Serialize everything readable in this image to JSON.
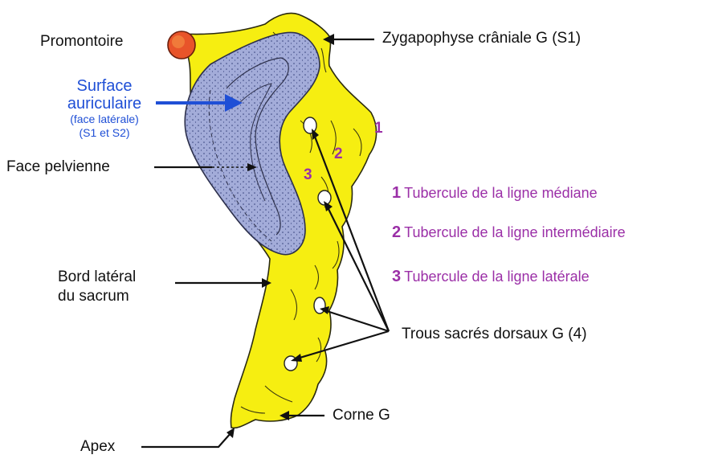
{
  "labels": {
    "promontoire": "Promontoire",
    "zygapophyse": "Zygapophyse crâniale G (S1)",
    "face_pelvienne": "Face pelvienne",
    "bord_lateral_1": "Bord latéral",
    "bord_lateral_2": "du sacrum",
    "trous": "Trous sacrés dorsaux G (4)",
    "corne": "Corne G",
    "apex": "Apex"
  },
  "auricular": {
    "line1": "Surface",
    "line2": "auriculaire",
    "line3": "(face latérale)",
    "line4": "(S1 et S2)"
  },
  "markers": [
    "1",
    "2",
    "3"
  ],
  "legend": [
    {
      "n": "1",
      "text": "Tubercule de la ligne médiane"
    },
    {
      "n": "2",
      "text": "Tubercule de la ligne intermédiaire"
    },
    {
      "n": "3",
      "text": "Tubercule de la ligne latérale"
    }
  ],
  "colors": {
    "bone": "#f6ee11",
    "auricular_surface": "#a3acd9",
    "promontory": "#e8542a",
    "label_blue": "#1f4fd6",
    "tubercle_purple": "#9b2fa7"
  }
}
